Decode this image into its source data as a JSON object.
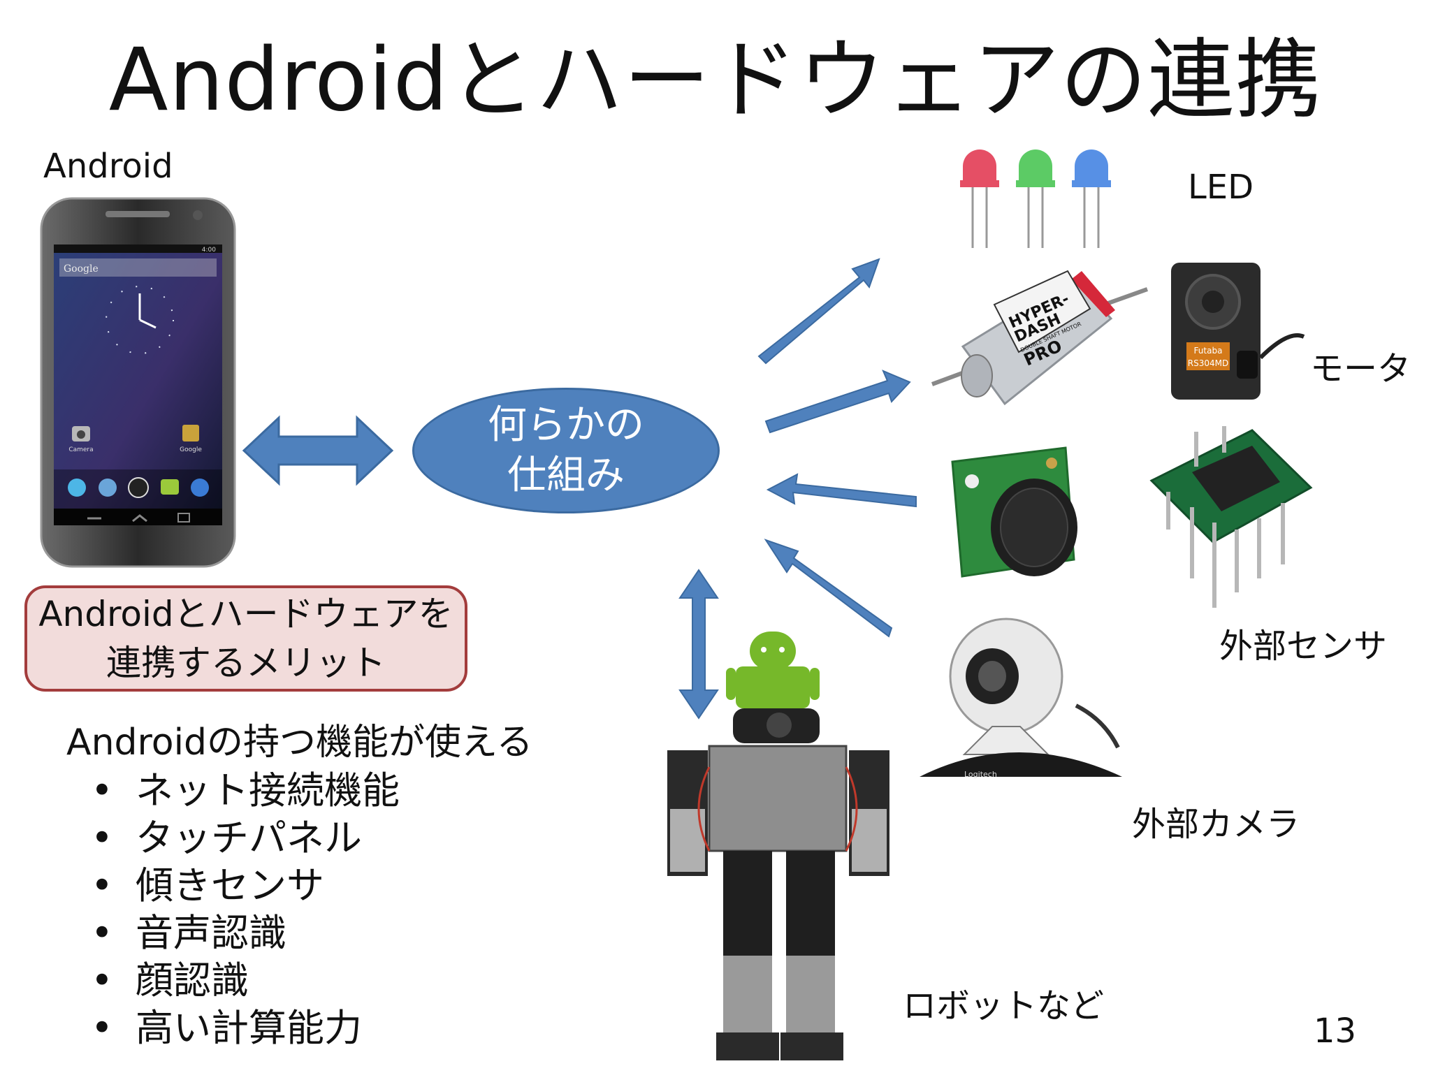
{
  "slide": {
    "title": "Androidとハードウェアの連携",
    "page_number": "13"
  },
  "android": {
    "label": "Android",
    "phone_ui": {
      "status_time": "4:00",
      "search_text": "Google",
      "app_camera": "Camera",
      "app_google": "Google"
    }
  },
  "center": {
    "line1": "何らかの",
    "line2": "仕組み"
  },
  "hardware": {
    "led": "LED",
    "motor": "モータ",
    "motor_text": {
      "line1": "HYPER-",
      "line2": "DASH",
      "line3": "PRO",
      "small": "DOUBLE SHAFT MOTOR"
    },
    "servo_text": {
      "brand": "Futaba",
      "model": "RS304MD"
    },
    "sensor": "外部センサ",
    "camera": "外部カメラ",
    "camera_brand": "Logitech",
    "robot": "ロボットなど"
  },
  "merit": {
    "line1": "Androidとハードウェアを",
    "line2": "連携するメリット"
  },
  "features": {
    "heading": "Androidの持つ機能が使える",
    "bullet": "•",
    "items": [
      "ネット接続機能",
      "タッチパネル",
      "傾きセンサ",
      "音声認識",
      "顔認識",
      "高い計算能力"
    ]
  },
  "colors": {
    "arrow": "#4f81bd",
    "arrow_border": "#3b6aa0",
    "merit_border": "#a33c3c",
    "merit_fill": "#f2dcdb"
  }
}
